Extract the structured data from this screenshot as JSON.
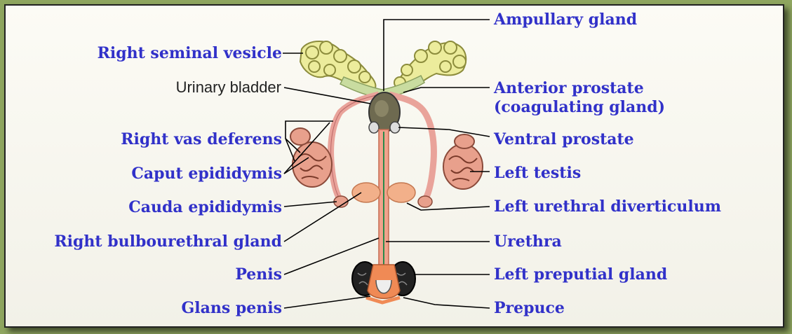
{
  "labels": {
    "ampullary_gland": "Ampullary gland",
    "right_seminal_vesicle": "Right seminal vesicle",
    "urinary_bladder": "Urinary bladder",
    "anterior_prostate_1": "Anterior prostate",
    "anterior_prostate_2": "(coagulating gland)",
    "right_vas_deferens": "Right vas deferens",
    "ventral_prostate": "Ventral prostate",
    "caput_epididymis": "Caput epididymis",
    "left_testis": "Left testis",
    "cauda_epididymis": "Cauda epididymis",
    "left_urethral_diverticulum": "Left urethral diverticulum",
    "right_bulbourethral_gland": "Right bulbourethral gland",
    "urethra": "Urethra",
    "penis": "Penis",
    "left_preputial_gland": "Left preputial gland",
    "glans_penis": "Glans penis",
    "prepuce": "Prepuce"
  },
  "colors": {
    "label_text": "#3131c9",
    "plain_label_text": "#222222",
    "background": "#8fa660",
    "frame": "#f6f5ec"
  }
}
